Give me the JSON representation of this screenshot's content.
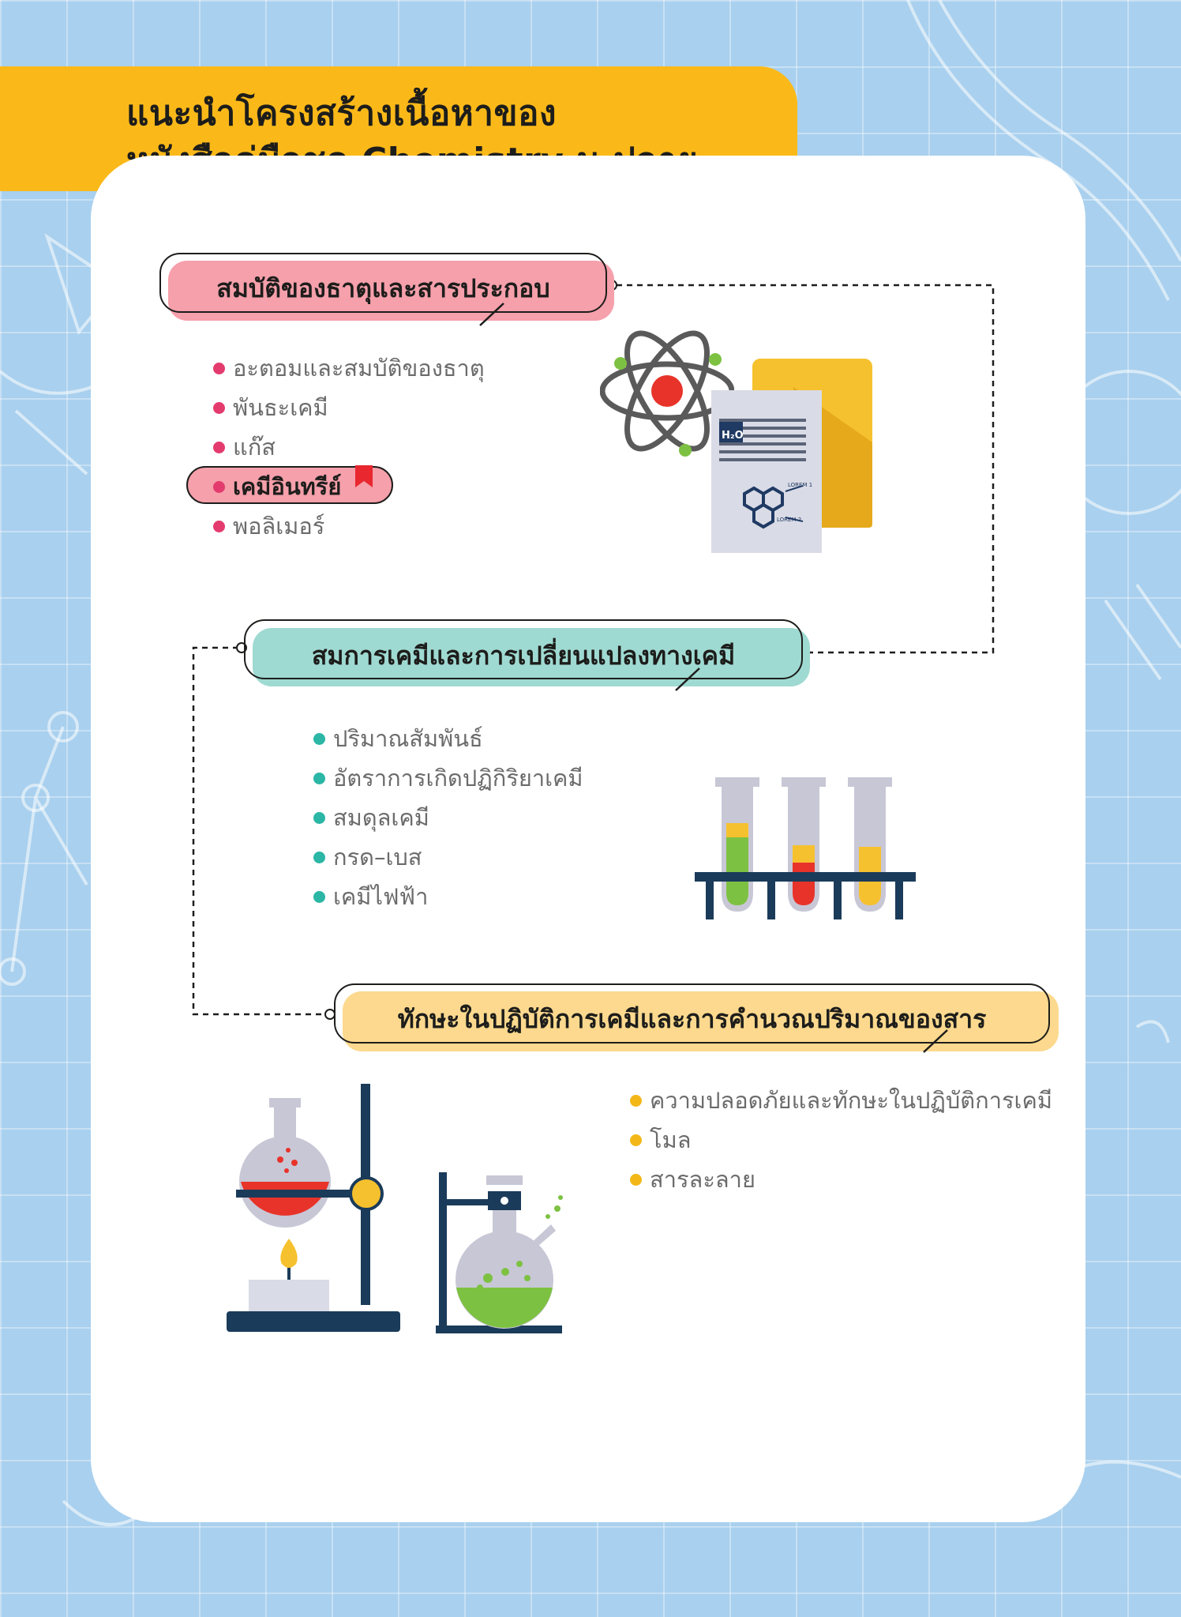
{
  "header": {
    "title_line1": "แนะนำโครงสร้างเนื้อหาของ",
    "title_line2": "หนังสือคู่มือชุด Chemistry ม.ปลาย"
  },
  "sections": [
    {
      "title": "สมบัติของธาตุและสารประกอบ",
      "color": "#f5a0ab",
      "dot_color": "#e43b6f",
      "items": [
        "อะตอมและสมบัติของธาตุ",
        "พันธะเคมี",
        "แก๊ส",
        "เคมีอินทรีย์",
        "พอลิเมอร์"
      ],
      "highlighted_item": "เคมีอินทรีย์"
    },
    {
      "title": "สมการเคมีและการเปลี่ยนแปลงทางเคมี",
      "color": "#9fdad2",
      "dot_color": "#2bb6a6",
      "items": [
        "ปริมาณสัมพันธ์",
        "อัตราการเกิดปฏิกิริยาเคมี",
        "สมดุลเคมี",
        "กรด–เบส",
        "เคมีไฟฟ้า"
      ]
    },
    {
      "title": "ทักษะในปฏิบัติการเคมีและการคำนวณปริมาณของสาร",
      "color": "#fcd98e",
      "dot_color": "#f3b818",
      "items": [
        "ความปลอดภัยและทักษะในปฏิบัติการเคมี",
        "โมล",
        "สารละลาย"
      ]
    }
  ],
  "illustrations": {
    "document_label": "H₂O",
    "lorem1": "LOREM 1",
    "lorem2": "LOREM 2"
  },
  "icons": [
    "atom-icon",
    "document-folder-icon",
    "bookmark-icon",
    "test-tube-rack-icon",
    "flask-burner-icon",
    "flask-stand-icon"
  ]
}
